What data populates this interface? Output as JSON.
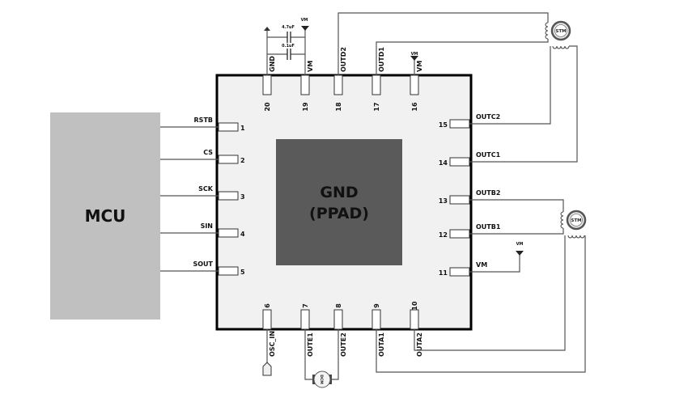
{
  "mcu": {
    "label": "MCU"
  },
  "chip": {
    "pad_label_1": "GND",
    "pad_label_2": "(PPAD)"
  },
  "colors": {
    "mcu_fill": "#c0c0c0",
    "chip_fill": "#f1f1f1",
    "pad_fill": "#5a5a5a",
    "wire": "#555555"
  },
  "left_pins": [
    {
      "num": "1",
      "signal": "RSTB"
    },
    {
      "num": "2",
      "signal": "CS"
    },
    {
      "num": "3",
      "signal": "SCK"
    },
    {
      "num": "4",
      "signal": "SIN"
    },
    {
      "num": "5",
      "signal": "SOUT"
    }
  ],
  "bottom_pins": [
    {
      "num": "6",
      "signal": "OSC_IN"
    },
    {
      "num": "7",
      "signal": "OUTE1"
    },
    {
      "num": "8",
      "signal": "OUTE2"
    },
    {
      "num": "9",
      "signal": "OUTA1"
    },
    {
      "num": "10",
      "signal": "OUTA2"
    }
  ],
  "right_pins": [
    {
      "num": "15",
      "signal": "OUTC2"
    },
    {
      "num": "14",
      "signal": "OUTC1"
    },
    {
      "num": "13",
      "signal": "OUTB2"
    },
    {
      "num": "12",
      "signal": "OUTB1"
    },
    {
      "num": "11",
      "signal": "VM"
    }
  ],
  "top_pins": [
    {
      "num": "20",
      "signal": "GND"
    },
    {
      "num": "19",
      "signal": "VM"
    },
    {
      "num": "18",
      "signal": "OUTD2"
    },
    {
      "num": "17",
      "signal": "OUTD1"
    },
    {
      "num": "16",
      "signal": "VM"
    }
  ],
  "power_labels": {
    "vm_top": "VM",
    "vm_pin16": "VM",
    "vm_right": "VM"
  },
  "capacitors": [
    {
      "label": "4.7uF"
    },
    {
      "label": "0.1uF"
    }
  ],
  "motors": {
    "stepper_top": "STM",
    "stepper_right": "STM",
    "dc_motor": "DCM"
  }
}
